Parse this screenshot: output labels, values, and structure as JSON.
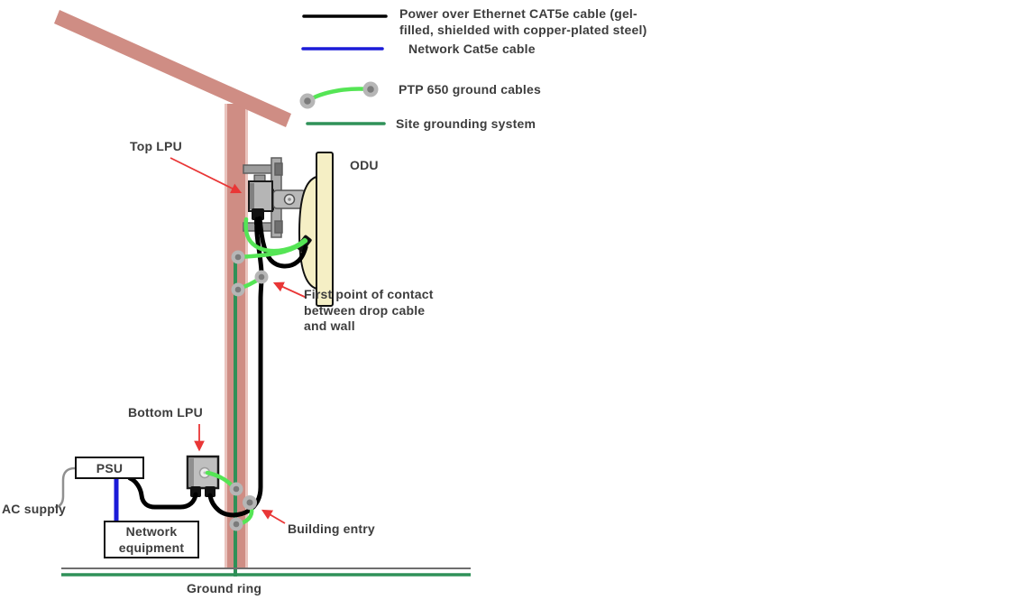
{
  "legend": {
    "items": [
      {
        "name": "poe-cable",
        "label": "Power over Ethernet CAT5e cable (gel-\nfilled, shielded with copper-plated steel)",
        "color": "#000000",
        "swatch": "line"
      },
      {
        "name": "network-cable",
        "label": "Network Cat5e cable",
        "color": "#1b1bd8",
        "swatch": "line"
      },
      {
        "name": "ptp650-ground-cables",
        "label": "PTP 650 ground cables",
        "color": "#55e555",
        "swatch": "cable-with-lugs"
      },
      {
        "name": "site-grounding-system",
        "label": "Site grounding system",
        "color": "#2f9158",
        "swatch": "line"
      }
    ]
  },
  "diagram": {
    "labels": {
      "top_lpu": "Top LPU",
      "odu": "ODU",
      "first_contact": "First point of contact\nbetween drop cable\nand wall",
      "bottom_lpu": "Bottom LPU",
      "psu": "PSU",
      "ac_supply": "AC supply",
      "network_equipment": "Network\nequipment",
      "building_entry": "Building entry",
      "ground_ring": "Ground ring"
    },
    "colors": {
      "poe_cable": "#000000",
      "network_cable": "#1b1bd8",
      "ground_cable": "#55e555",
      "site_ground": "#2f9158",
      "structure": "#cf8d84",
      "structure_edge": "#e9c3bd",
      "callout_arrow": "#e93636",
      "lug_outer": "#b6b6b6",
      "lug_inner": "#7b7b7b"
    }
  }
}
